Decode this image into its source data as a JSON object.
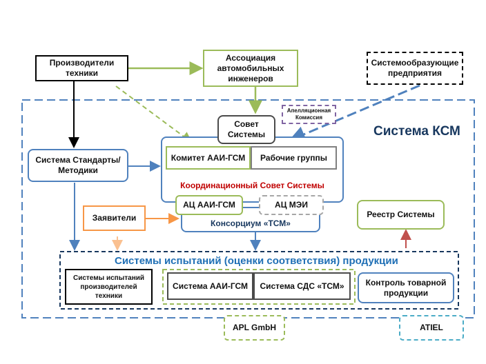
{
  "nodes": {
    "manufacturers": "Производители техники",
    "association": "Ассоциация автомобильных инженеров",
    "system_enterprises": "Системообразующие предприятия",
    "appeal_commission": "Апелляционная Комиссия",
    "council": "Совет Системы",
    "standards": "Система Стандарты/Методики",
    "committee": "Комитет ААИ-ГСМ",
    "working_groups": "Рабочие группы",
    "coord_council": "Координационный Совет Системы",
    "ac_aai": "АЦ ААИ-ГСМ",
    "ac_mei": "АЦ МЭИ",
    "applicants": "Заявители",
    "consortium": "Консорциум «ТСМ»",
    "registry": "Реестр Системы",
    "ksm_title": "Система КСМ",
    "testing_title": "Системы испытаний (оценки соответствия) продукции",
    "mfr_testing": "Системы испытаний производителей техники",
    "sys_aai": "Система ААИ-ГСМ",
    "sys_sds": "Система СДС «ТСМ»",
    "quality_control": "Контроль товарной продукции",
    "apl": "APL GmbH",
    "atiel": "ATIEL"
  },
  "colors": {
    "blue": "#4f81bd",
    "green": "#9bbb59",
    "red": "#c00000",
    "purple": "#8064a2",
    "orange": "#f79646",
    "navy": "#17375e",
    "teal": "#4bacc6",
    "gray": "#7f7f7f"
  }
}
